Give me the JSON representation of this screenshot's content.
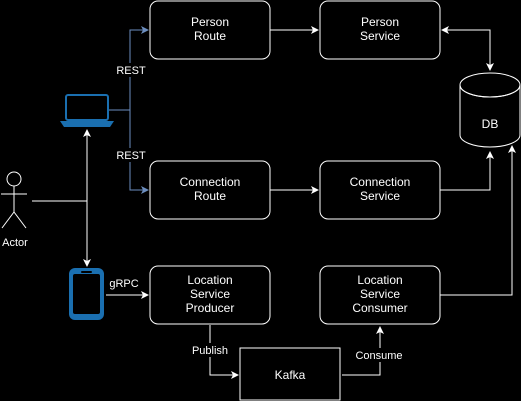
{
  "colors": {
    "background": "#000000",
    "stroke": "#ffffff",
    "rest_edge": "#6c8ebf",
    "device_blue": "#1a6fb0"
  },
  "nodes": {
    "person_route": {
      "line1": "Person",
      "line2": "Route"
    },
    "person_service": {
      "line1": "Person",
      "line2": "Service"
    },
    "connection_route": {
      "line1": "Connection",
      "line2": "Route"
    },
    "connection_service": {
      "line1": "Connection",
      "line2": "Service"
    },
    "location_producer": {
      "line1": "Location",
      "line2": "Service",
      "line3": "Producer"
    },
    "location_consumer": {
      "line1": "Location",
      "line2": "Service",
      "line3": "Consumer"
    },
    "kafka": {
      "label": "Kafka"
    },
    "db": {
      "label": "DB"
    }
  },
  "actor": {
    "label": "Actor",
    "icon": "person-stick-figure-icon"
  },
  "devices": {
    "laptop": {
      "icon": "laptop-icon"
    },
    "phone": {
      "icon": "smartphone-icon"
    }
  },
  "edge_labels": {
    "rest_top": "REST",
    "rest_bottom": "REST",
    "grpc": "gRPC",
    "publish": "Publish",
    "consume": "Consume"
  }
}
